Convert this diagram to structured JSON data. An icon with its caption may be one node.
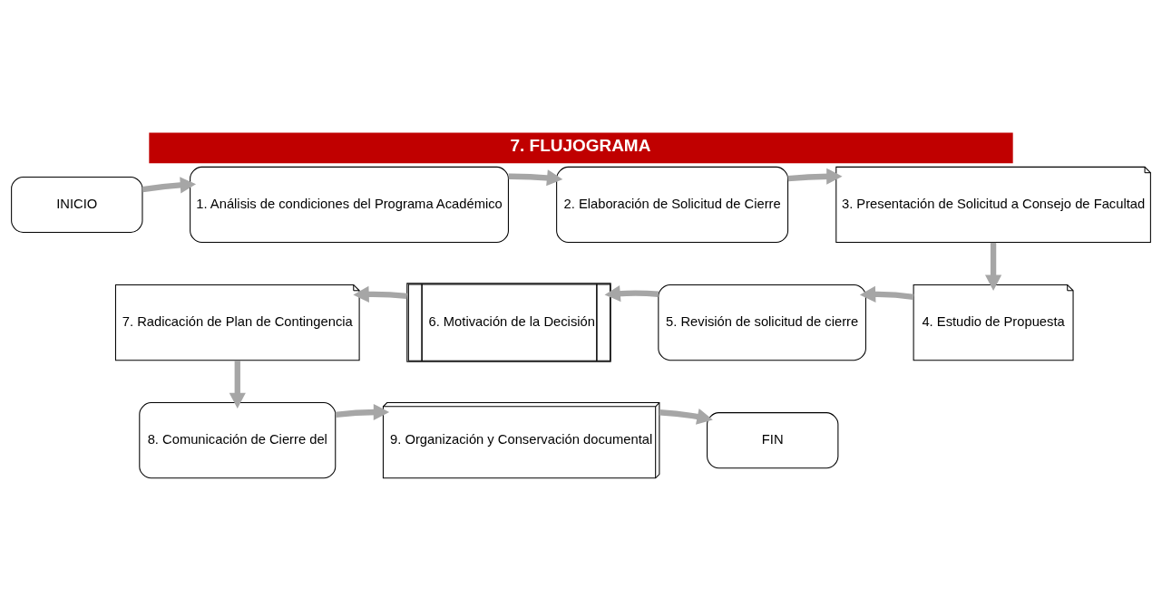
{
  "diagram": {
    "title": "7. FLUJOGRAMA",
    "nodes": [
      {
        "text": [
          "INICIO"
        ]
      },
      {
        "text": [
          "1. Análisis de condiciones del Programa Académico"
        ]
      },
      {
        "text": [
          "2. Elaboración de Solicitud de Cierre"
        ]
      },
      {
        "text": [
          "3. Presentación de Solicitud a Consejo de Facultad"
        ]
      },
      {
        "text": [
          "4. Estudio de Propuesta"
        ]
      },
      {
        "text": [
          "5. Revisión de solicitud de cierre"
        ]
      },
      {
        "text": [
          "6. Motivación de la Decisión"
        ]
      },
      {
        "text": [
          "7. Radicación de Plan de Contingencia"
        ]
      },
      {
        "text": [
          "8. Comunicación de Cierre del"
        ]
      },
      {
        "text": [
          "9. Organización y Conservación documental"
        ]
      },
      {
        "text": [
          "FIN"
        ]
      }
    ],
    "edges": [
      {
        "from": 0,
        "to": 1,
        "arrow": "to"
      },
      {
        "from": 1,
        "to": 2,
        "arrow": "to"
      },
      {
        "from": 2,
        "to": 3,
        "arrow": "to"
      },
      {
        "from": 3,
        "to": 4,
        "arrow": "to"
      },
      {
        "from": 4,
        "to": 5,
        "arrow": "to"
      },
      {
        "from": 5,
        "to": 6,
        "arrow": "to"
      },
      {
        "from": 6,
        "to": 7,
        "arrow": "to"
      },
      {
        "from": 7,
        "to": 8,
        "arrow": "to"
      },
      {
        "from": 8,
        "to": 9,
        "arrow": "to"
      },
      {
        "from": 9,
        "to": 10,
        "arrow": "to"
      }
    ]
  }
}
